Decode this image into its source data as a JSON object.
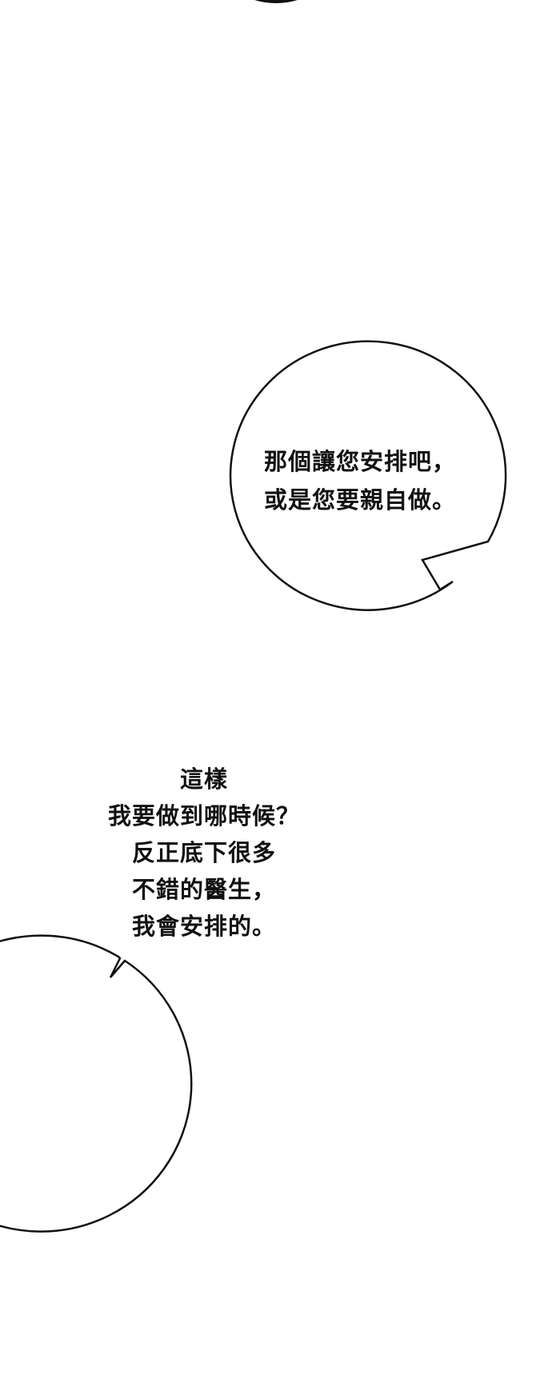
{
  "panel": {
    "background": "#ffffff",
    "stroke_color": "#111111"
  },
  "bubbles": [
    {
      "id": "bubble-1",
      "lines": [
        "那個讓您安排吧，",
        "或是您要親自做。"
      ]
    },
    {
      "id": "bubble-2",
      "lines": [
        "這樣",
        "我要做到哪時候？",
        "反正底下很多",
        "不錯的醫生，",
        "我會安排的。"
      ]
    }
  ]
}
